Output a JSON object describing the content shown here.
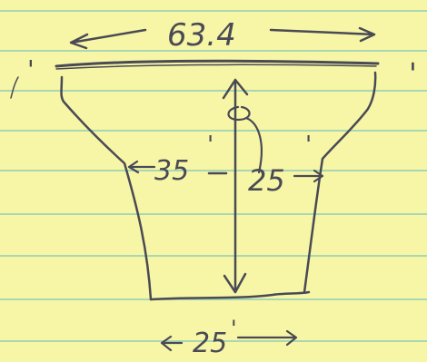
{
  "page": {
    "paper_color": "#f7f6a6",
    "rule_color": "#a9d7b3",
    "ink_color": "#4a4a55"
  },
  "sketch": {
    "top_width_label": "63.4",
    "middle_left_label": "35",
    "middle_left_mark": "'",
    "middle_right_label": "25",
    "middle_right_mark": "'",
    "bottom_width_label": "25",
    "bottom_width_mark": "'",
    "top_left_edge_mark": "'",
    "top_right_edge_mark": "'"
  }
}
